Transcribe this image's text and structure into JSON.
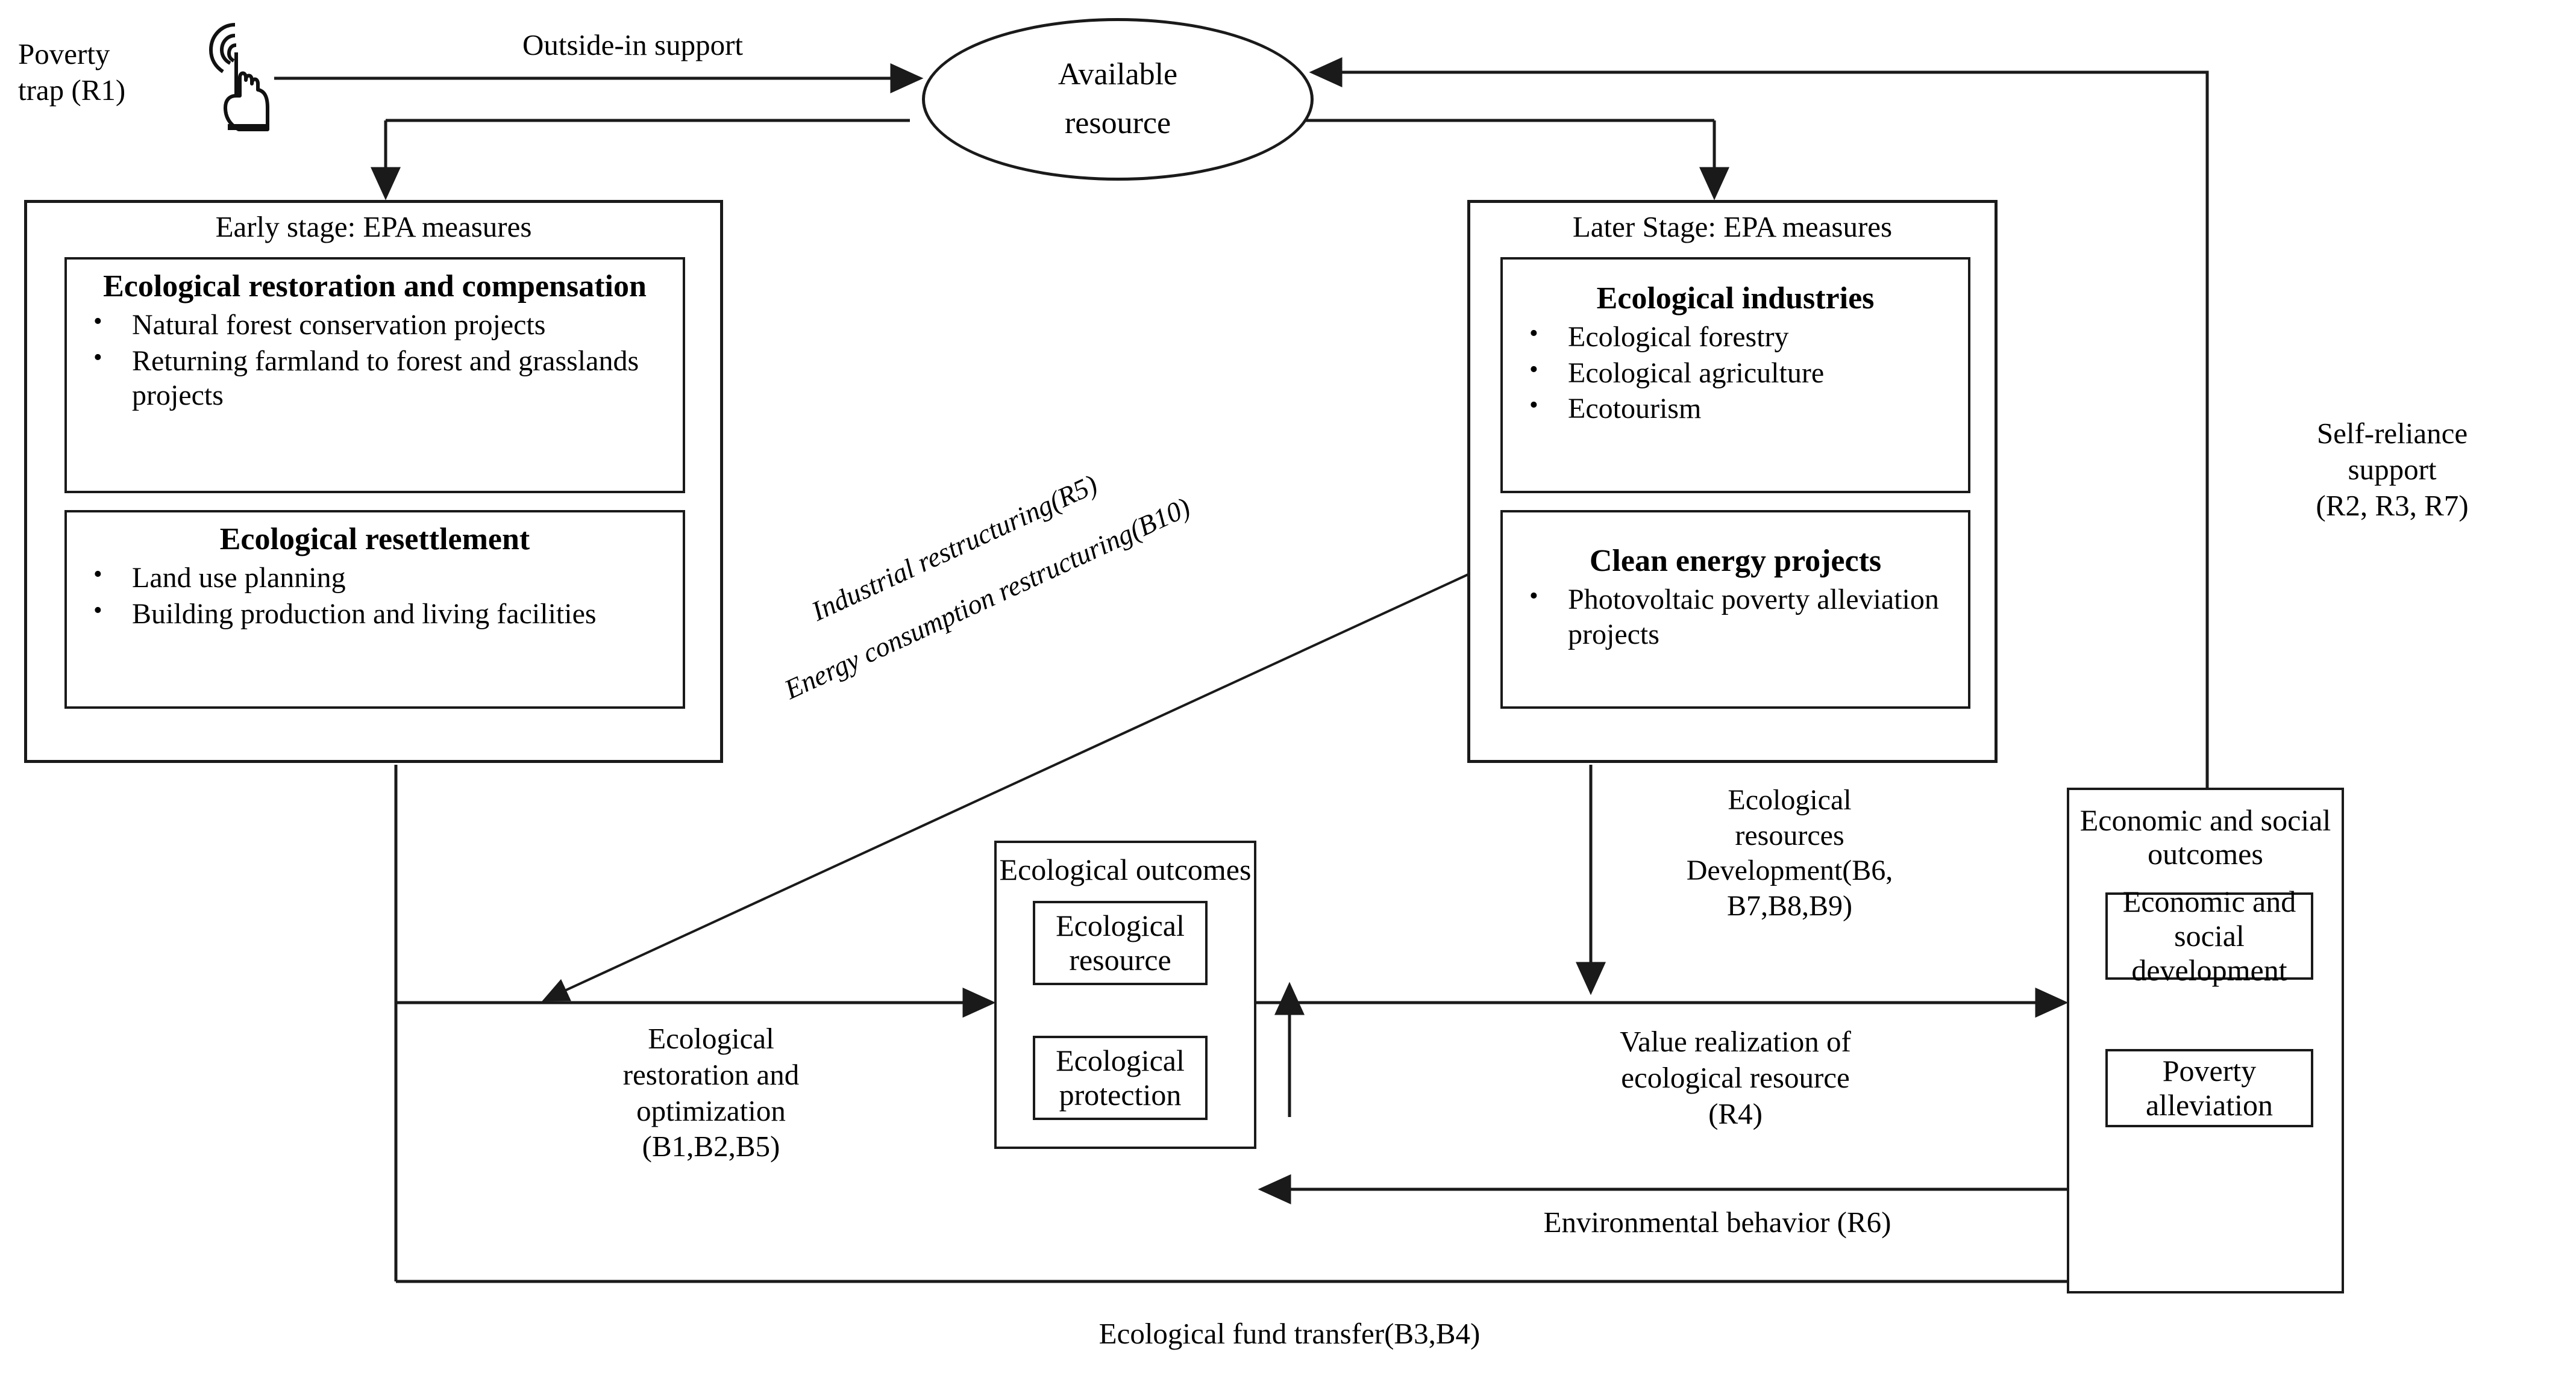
{
  "diagram": {
    "title_hidden": "Ecological poverty alleviation causal loop diagram",
    "poverty_trap": {
      "label": "Poverty\ntrap (R1)",
      "icon": "pointing-hand-icon"
    },
    "available_resource": {
      "label": "Available\nresource"
    },
    "outside_in_support": {
      "label": "Outside-in support"
    },
    "self_reliance_support": {
      "label": "Self-reliance\nsupport\n(R2, R3, R7)"
    },
    "early_stage": {
      "title": "Early stage: EPA measures",
      "groups": [
        {
          "title": "Ecological restoration and compensation",
          "items": [
            "Natural forest conservation projects",
            "Returning farmland to forest and grasslands projects"
          ]
        },
        {
          "title": "Ecological resettlement",
          "items": [
            "Land use planning",
            "Building production and living facilities"
          ]
        }
      ]
    },
    "later_stage": {
      "title": "Later Stage: EPA measures",
      "groups": [
        {
          "title": "Ecological industries",
          "items": [
            "Ecological forestry",
            "Ecological agriculture",
            "Ecotourism"
          ]
        },
        {
          "title": "Clean energy projects",
          "items": [
            "Photovoltaic poverty alleviation projects"
          ]
        }
      ]
    },
    "ecological_outcomes": {
      "title": "Ecological outcomes",
      "nodes": [
        {
          "label": "Ecological resource"
        },
        {
          "label": "Ecological protection"
        }
      ]
    },
    "economic_outcomes": {
      "title": "Economic and social outcomes",
      "nodes": [
        {
          "label": "Economic and social development"
        },
        {
          "label": "Poverty alleviation"
        }
      ]
    },
    "edge_labels": {
      "industrial_restructuring": "Industrial restructuring(R5)",
      "energy_consumption_restructuring": "Energy consumption restructuring(B10)",
      "ecological_restoration_optimization": "Ecological\nrestoration and\noptimization\n(B1,B2,B5)",
      "ecological_resources_development": "Ecological\nresources\nDevelopment(B6,\nB7,B8,B9)",
      "value_realization": "Value realization of\necological resource\n(R4)",
      "environmental_behavior": "Environmental behavior (R6)",
      "ecological_fund_transfer": "Ecological fund transfer(B3,B4)"
    },
    "colors": {
      "stroke": "#1a1a1a",
      "background": "#ffffff"
    }
  }
}
